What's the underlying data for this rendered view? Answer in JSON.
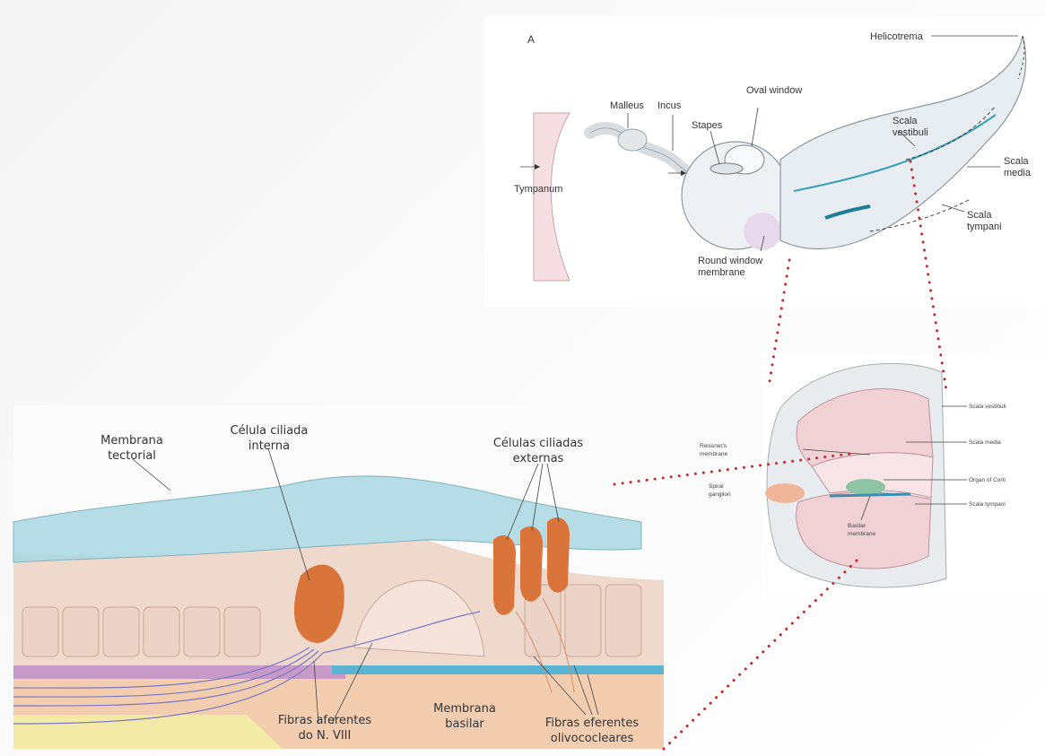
{
  "panel_a": {
    "letter": "A",
    "labels": {
      "helicotrema": "Helicotrema",
      "oval_window": "Oval window",
      "malleus": "Malleus",
      "incus": "Incus",
      "stapes": "Stapes",
      "scala_vestibuli_1": "Scala",
      "scala_vestibuli_2": "vestibuli",
      "scala_media_1": "Scala",
      "scala_media_2": "media",
      "tympanum": "Tympanum",
      "scala_tympani_1": "Scala",
      "scala_tympani_2": "tympani",
      "round_window_1": "Round window",
      "round_window_2": "membrane"
    }
  },
  "panel_b": {
    "labels": {
      "scala_vestibuli": "Scala vestibuli",
      "reissner_1": "Reissner's",
      "reissner_2": "membrane",
      "scala_media": "Scala media",
      "organ_of_corti": "Organ of Corti",
      "spiral_ganglion_1": "Spiral",
      "spiral_ganglion_2": "ganglion",
      "basilar_1": "Basilar",
      "basilar_2": "membrane",
      "scala_tympani": "Scala tympani"
    }
  },
  "panel_c": {
    "labels": {
      "membrana_tectorial_1": "Membrana",
      "membrana_tectorial_2": "tectorial",
      "celula_interna_1": "Célula ciliada",
      "celula_interna_2": "interna",
      "celulas_externas_1": "Células ciliadas",
      "celulas_externas_2": "externas",
      "fibras_aferentes_1": "Fibras aferentes",
      "fibras_aferentes_2": "do N. VIII",
      "membrana_basilar_1": "Membrana",
      "membrana_basilar_2": "basilar",
      "fibras_eferentes_1": "Fibras eferentes",
      "fibras_eferentes_2": "olivococleares"
    }
  },
  "colors": {
    "pointer_dots": "#c62828",
    "endolymph_blue": "#a9d6e0",
    "hair_cell": "#d9743a",
    "tissue_tan": "#e8c4b0",
    "basilar_blue": "#5bb4d2",
    "scala_pink": "#f0d2d6"
  }
}
